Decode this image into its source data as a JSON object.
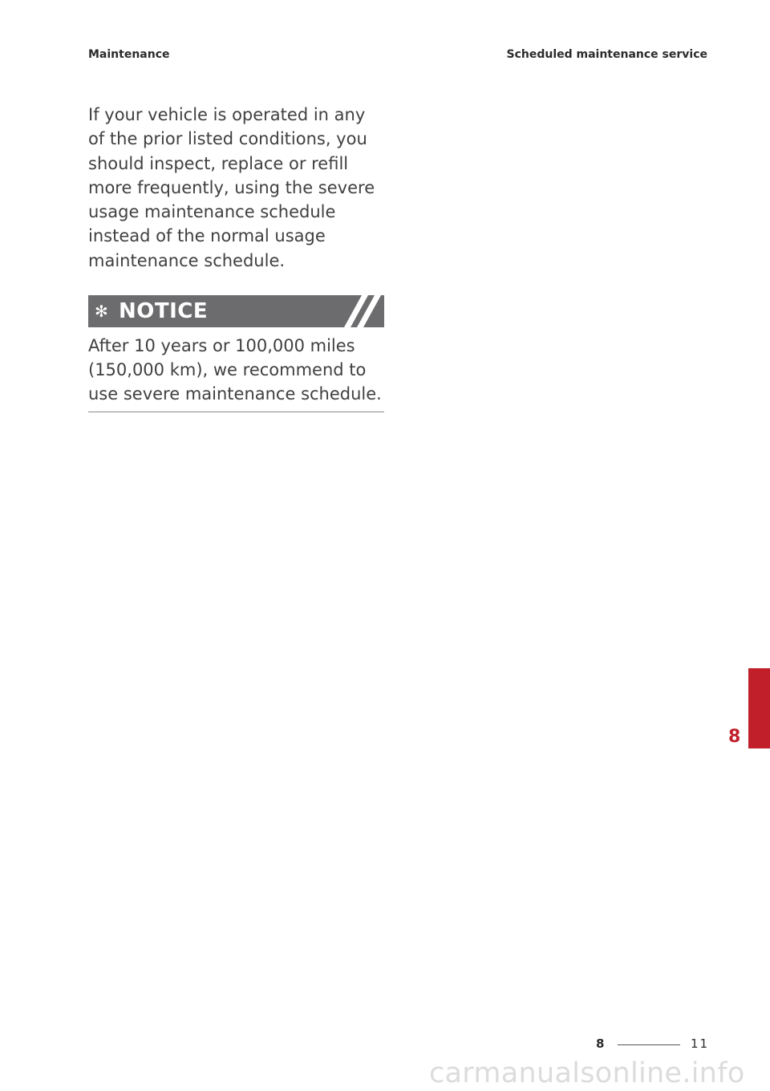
{
  "header": {
    "left": "Maintenance",
    "right": "Scheduled maintenance service"
  },
  "body_text": "If your vehicle is operated in any of the prior listed conditions, you should inspect, replace or refill more frequently, using the severe usage maintenance schedule instead of the normal usage maintenance schedule.",
  "notice": {
    "icon": "asterisk-icon",
    "title": "NOTICE",
    "text": "After 10 years or 100,000 miles (150,000 km), we recommend to use severe maintenance schedule."
  },
  "side_tab": {
    "number": "8",
    "color": "#c11f2a"
  },
  "footer": {
    "section": "8",
    "page": "11"
  },
  "watermark": "carmanualsonline.info"
}
